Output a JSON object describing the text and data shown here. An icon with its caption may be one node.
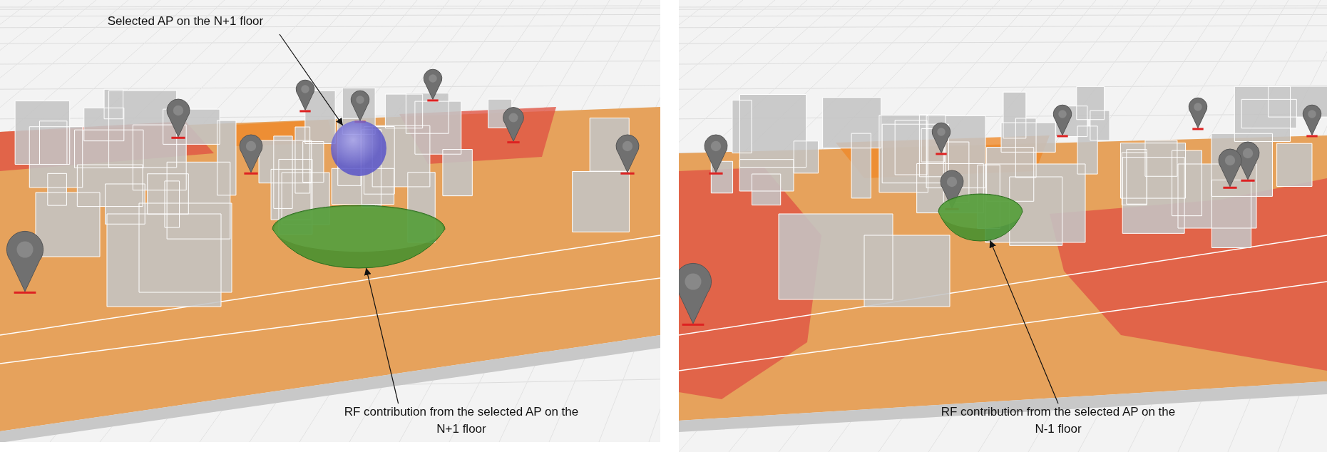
{
  "diagram": {
    "nodes": [
      {
        "text": [
          "Selected AP on the N+1 floor"
        ]
      },
      {
        "text": [],
        "shape": "circle"
      },
      {
        "text": [
          "RF contribution from the selected AP on the N+1 floor"
        ]
      },
      {
        "text": [],
        "shape": "dome"
      },
      {
        "text": [
          "RF contribution from the selected AP on the N-1 floor"
        ]
      },
      {
        "text": [],
        "shape": "dome"
      }
    ],
    "edges": [
      {
        "from": 0,
        "to": 1,
        "arrow": "to"
      },
      {
        "from": 2,
        "to": 3,
        "arrow": "to"
      },
      {
        "from": 4,
        "to": 5,
        "arrow": "to"
      }
    ]
  }
}
